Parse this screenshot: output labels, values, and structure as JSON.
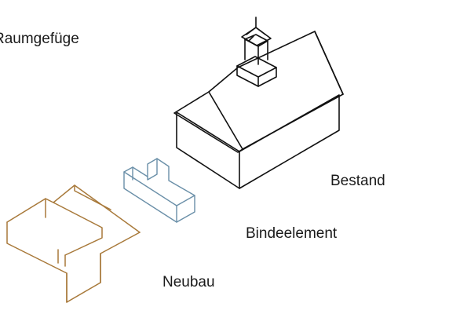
{
  "diagram": {
    "title": "Raumgefüge",
    "labels": {
      "existing": "Bestand",
      "connector": "Bindeelement",
      "new_building": "Neubau"
    }
  },
  "colors": {
    "existing_stroke": "#111111",
    "connector_stroke": "#6a8fa8",
    "new_building_stroke": "#a8793a",
    "text": "#1a1a1a",
    "background": "#ffffff"
  }
}
